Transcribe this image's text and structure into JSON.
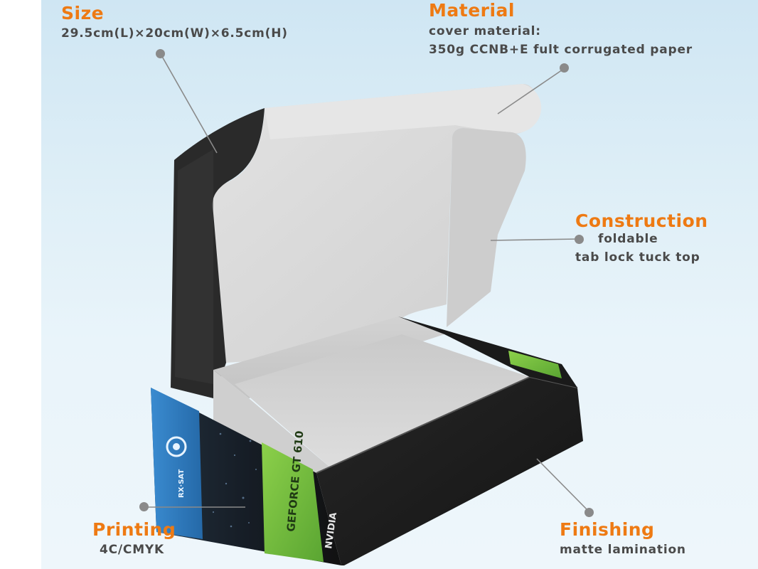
{
  "callouts": {
    "size": {
      "title": "Size",
      "lines": [
        "29.5cm(L)×20cm(W)×6.5cm(H)"
      ]
    },
    "material": {
      "title": "Material",
      "lines": [
        "cover material:",
        "350g CCNB+E fult corrugated paper"
      ]
    },
    "construction": {
      "title": "Construction",
      "lines": [
        "foldable",
        "tab lock tuck top"
      ]
    },
    "printing": {
      "title": "Printing",
      "lines": [
        "4C/CMYK"
      ]
    },
    "finishing": {
      "title": "Finishing",
      "lines": [
        "matte lamination"
      ]
    }
  },
  "colors": {
    "title": "#ee7a13",
    "text": "#4a4a4a",
    "background": "#dcecf5",
    "box_black": "#1c1c1c",
    "box_interior": "#d8d8d8",
    "brand_green": "#7cc243",
    "brand_blue": "#2f7fc2"
  },
  "box_print": {
    "front_band": "GEFORCE GT 610",
    "brand": "NVIDIA",
    "side_logo": "RX·SAT"
  }
}
